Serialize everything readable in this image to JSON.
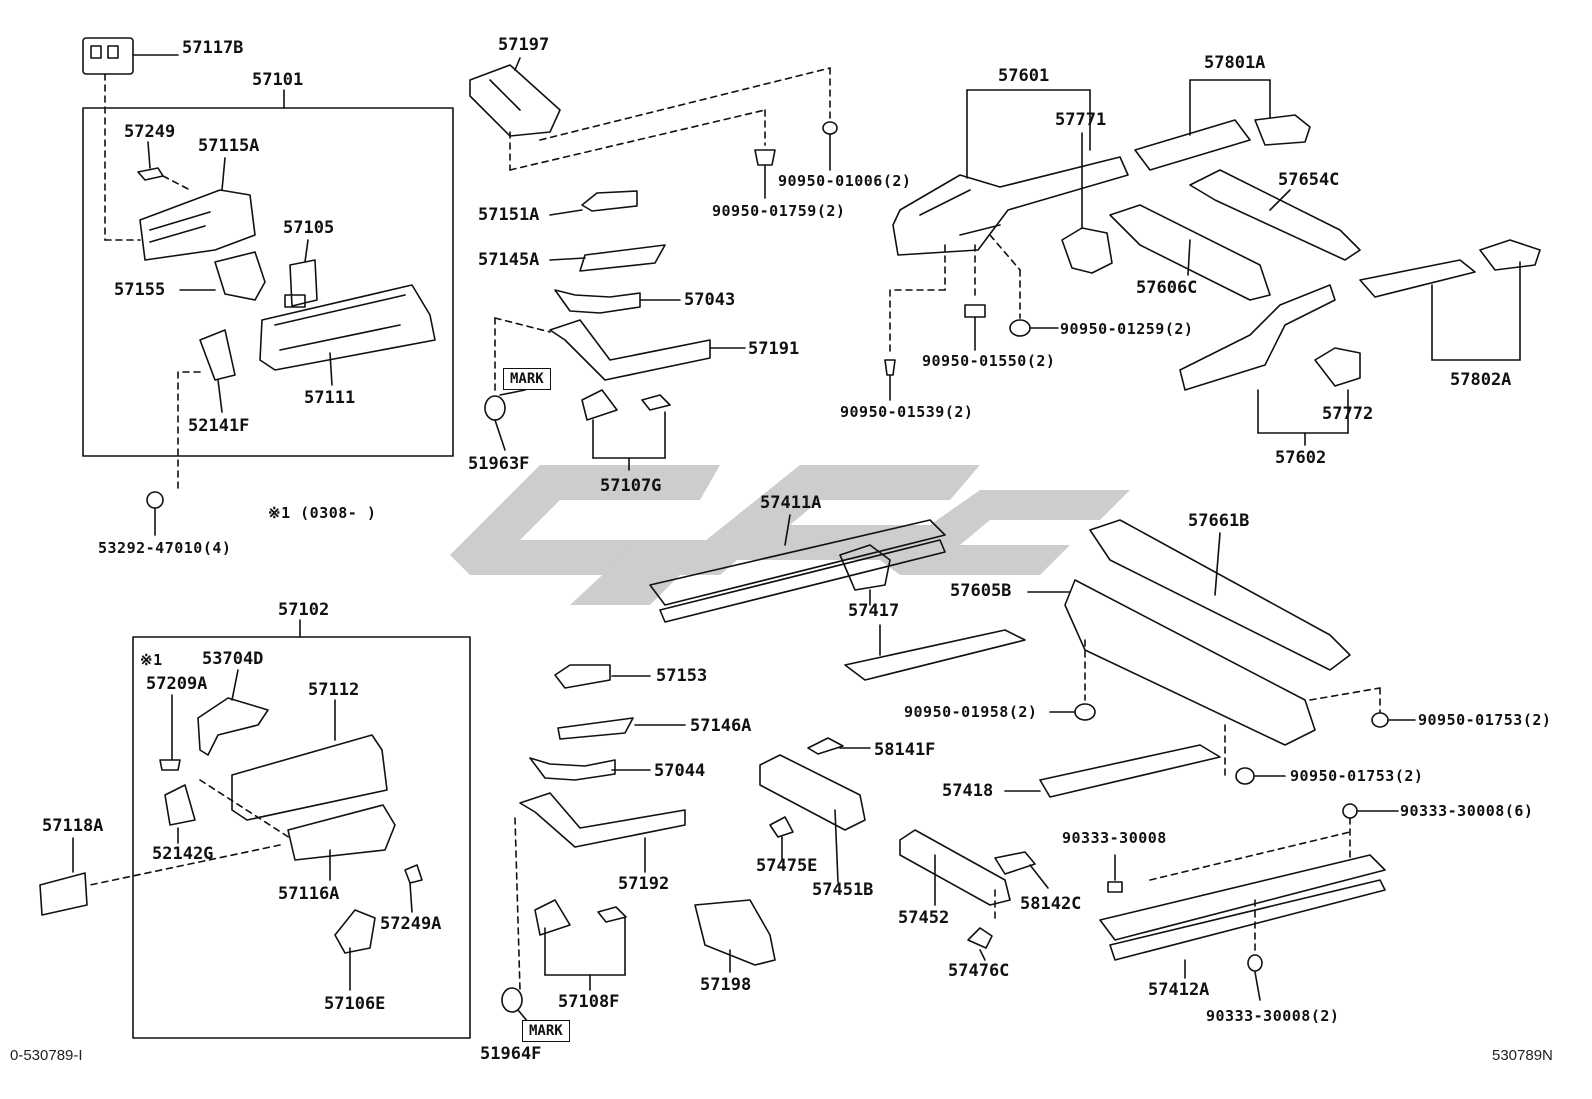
{
  "watermark": "cgc",
  "labels": {
    "p57117B": "57117B",
    "p57101": "57101",
    "p57249": "57249",
    "p57115A": "57115A",
    "p57105": "57105",
    "p57155": "57155",
    "p57111": "57111",
    "p52141F": "52141F",
    "p53292": "53292-47010(4)",
    "note1": "※1 (0308-    )",
    "p57197": "57197",
    "p90950_01006": "90950-01006(2)",
    "p90950_01759": "90950-01759(2)",
    "p57151A": "57151A",
    "p57145A": "57145A",
    "p57043": "57043",
    "p57191": "57191",
    "mark1": "MARK",
    "p51963F": "51963F",
    "p57107G": "57107G",
    "p57601": "57601",
    "p57771": "57771",
    "p57801A": "57801A",
    "p57654C": "57654C",
    "p57606C": "57606C",
    "p90950_01259": "90950-01259(2)",
    "p90950_01550": "90950-01550(2)",
    "p90950_01539": "90950-01539(2)",
    "p57802A": "57802A",
    "p57772": "57772",
    "p57602": "57602",
    "p57411A": "57411A",
    "p57661B": "57661B",
    "p57605B": "57605B",
    "p57417": "57417",
    "p90950_01958": "90950-01958(2)",
    "p90950_01753a": "90950-01753(2)",
    "p90950_01753b": "90950-01753(2)",
    "p57418": "57418",
    "p90333_30008_6": "90333-30008(6)",
    "p90333_30008": "90333-30008",
    "p57412A": "57412A",
    "p90333_30008_2": "90333-30008(2)",
    "p57102": "57102",
    "note2": "※1",
    "p53704D": "53704D",
    "p57209A": "57209A",
    "p57112": "57112",
    "p57118A": "57118A",
    "p52142G": "52142G",
    "p57116A": "57116A",
    "p57249A": "57249A",
    "p57106E": "57106E",
    "p57153": "57153",
    "p57146A": "57146A",
    "p57044": "57044",
    "p57192": "57192",
    "p57108F": "57108F",
    "mark2": "MARK",
    "p51964F": "51964F",
    "p57198": "57198",
    "p58141F": "58141F",
    "p57475E": "57475E",
    "p57451B": "57451B",
    "p57452": "57452",
    "p58142C": "58142C",
    "p57476C": "57476C"
  },
  "footer": {
    "left": "0-530789-I",
    "right": "530789N"
  }
}
